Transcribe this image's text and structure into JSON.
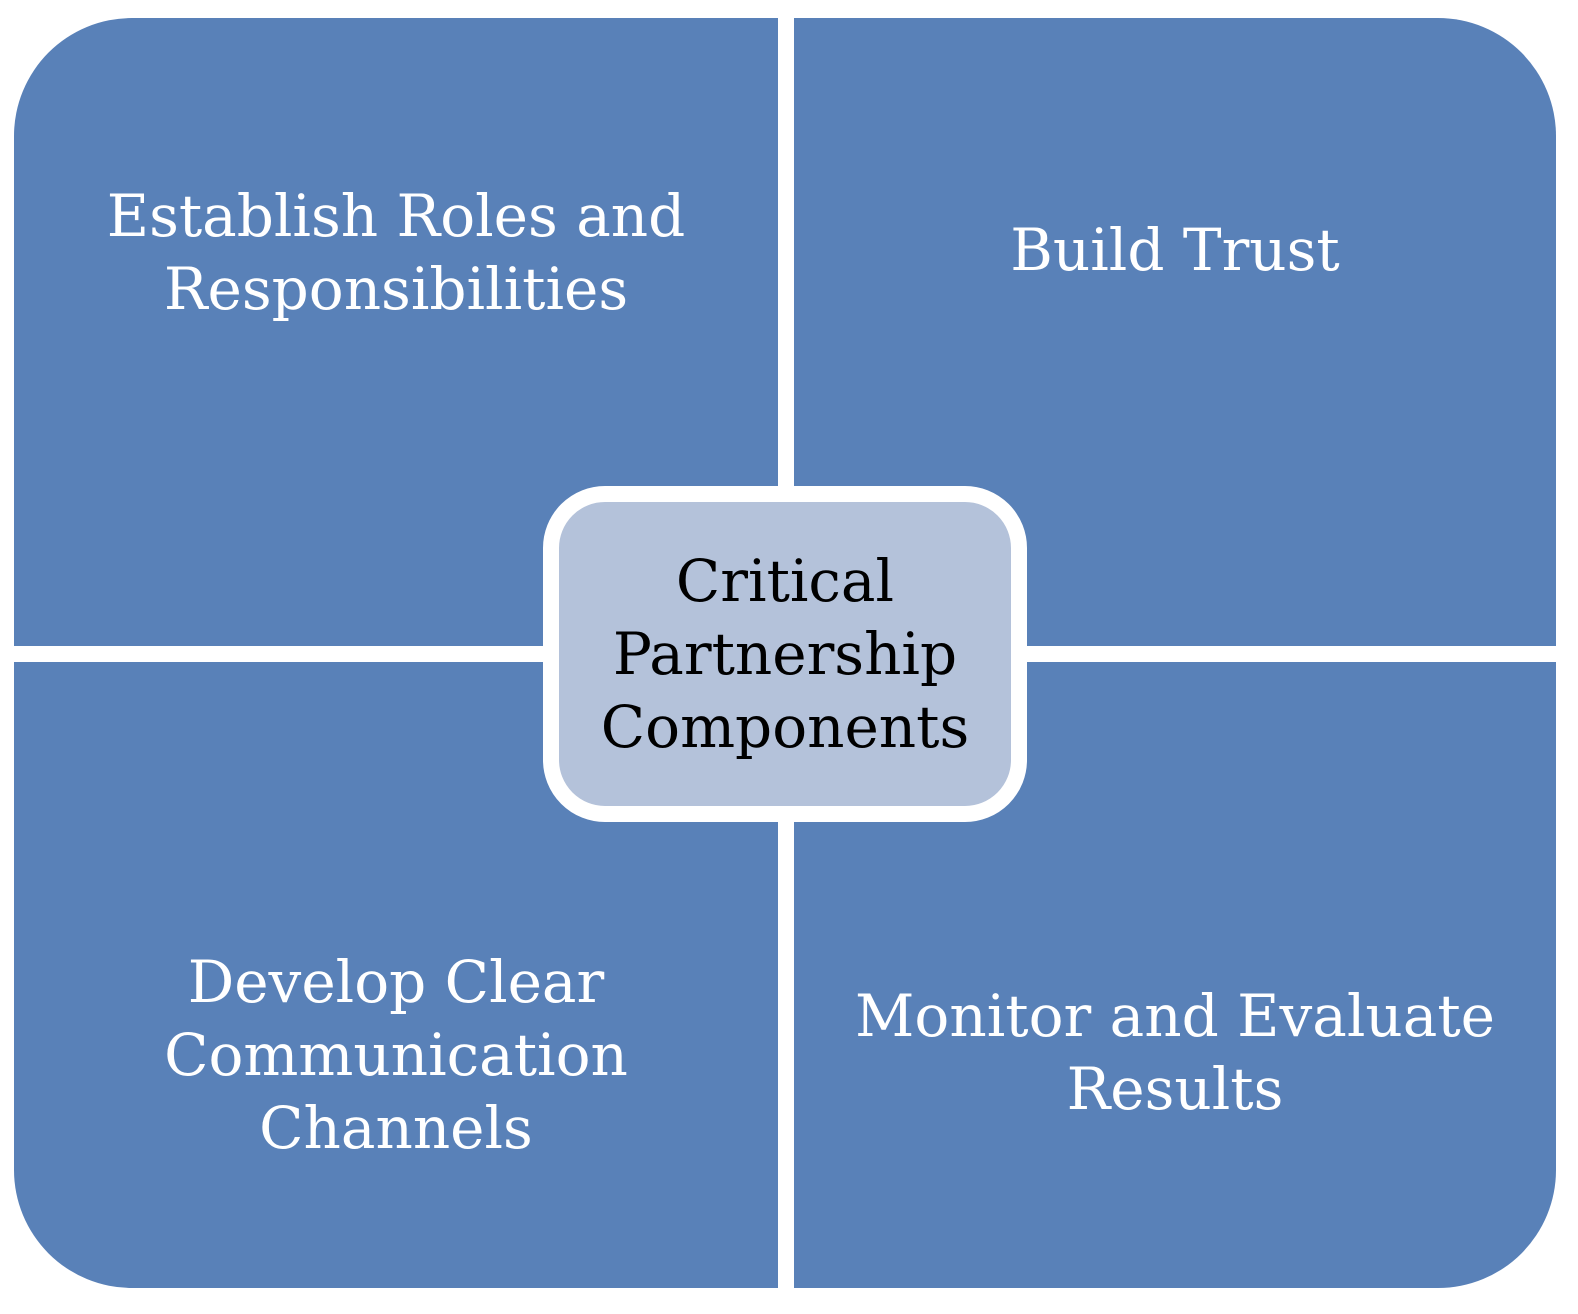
{
  "diagram": {
    "center": {
      "label": "Critical\nPartnership\nComponents"
    },
    "quadrants": {
      "top_left": "Establish Roles and\nResponsibilities",
      "top_right": "Build Trust",
      "bottom_left": "Develop Clear\nCommunication\nChannels",
      "bottom_right": "Monitor and Evaluate\nResults"
    }
  },
  "colors": {
    "quadrant_fill": "#5981b8",
    "center_fill": "#b4c2da",
    "quadrant_text": "#ffffff",
    "center_text": "#000000",
    "separator": "#ffffff"
  }
}
